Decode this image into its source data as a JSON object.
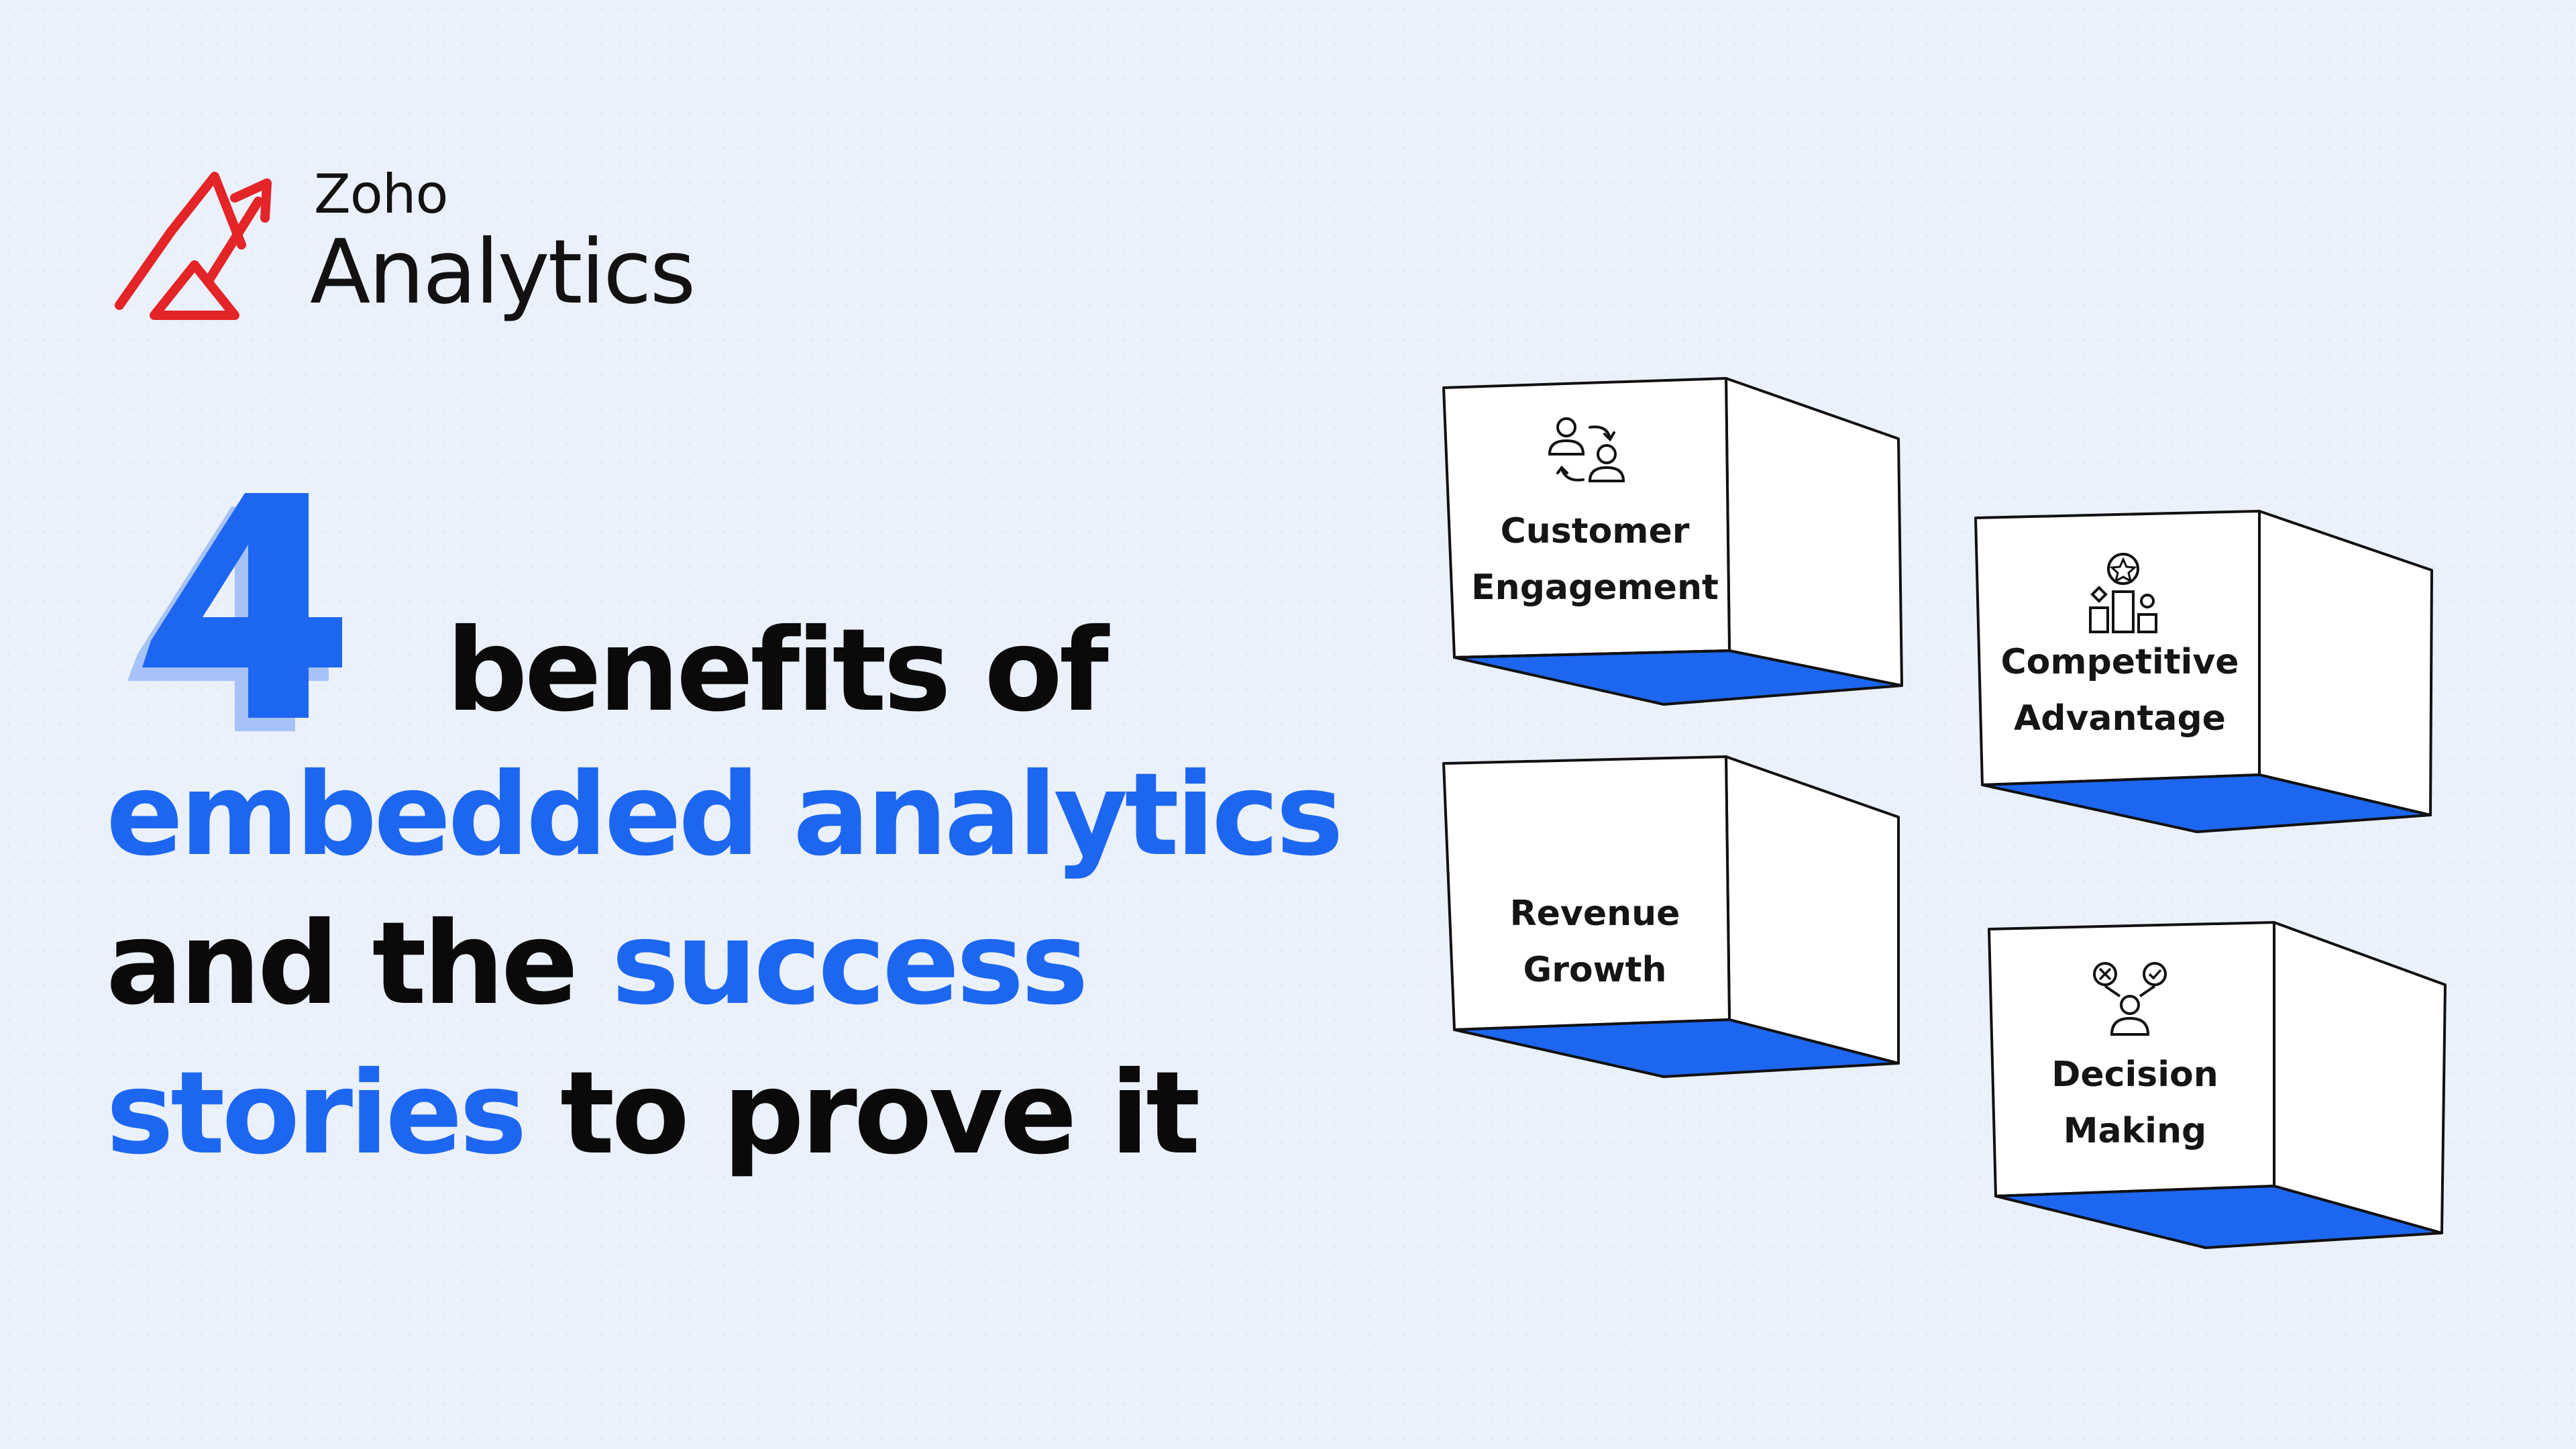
{
  "brand": {
    "name_small": "Zoho",
    "name_large": "Analytics",
    "accent_color": "#e42527"
  },
  "headline": {
    "number": "4",
    "line1": "benefits of",
    "line2a": "embedded",
    "line2b": "analytics",
    "line3a": "and the",
    "line3b": "success",
    "line4a": "stories",
    "line4b": "to prove it",
    "highlight_color": "#1d66f0"
  },
  "benefits": [
    {
      "line1": "Customer",
      "line2": "Engagement",
      "icon": "users-exchange-icon"
    },
    {
      "line1": "Competitive",
      "line2": "Advantage",
      "icon": "podium-star-icon"
    },
    {
      "line1": "Revenue",
      "line2": "Growth",
      "icon": ""
    },
    {
      "line1": "Decision",
      "line2": "Making",
      "icon": "person-decision-icon"
    }
  ]
}
